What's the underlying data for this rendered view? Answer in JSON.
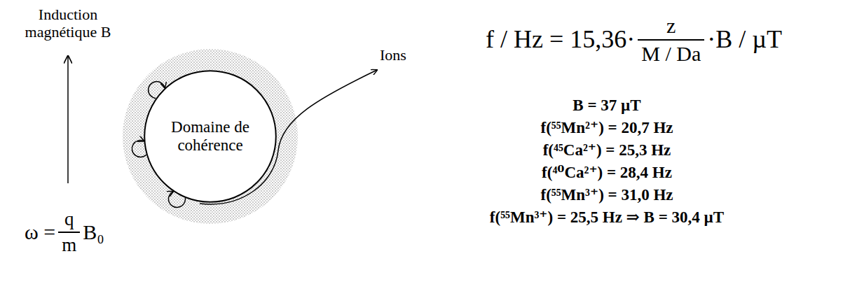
{
  "diagram": {
    "nodes": [
      {
        "text": [
          "Domaine de cohérence"
        ]
      }
    ],
    "labels": [
      "Induction magnétique B",
      "Ions",
      "f / Hz = 15,36·",
      "z",
      "M / Da",
      "·B / µT",
      "B = 37 µT",
      "f(⁵⁵Mn²⁺) = 20,7 Hz",
      "f(⁴⁵Ca²⁺) = 25,3 Hz",
      "f(⁴⁰Ca²⁺) = 28,4 Hz",
      "f(⁵⁵Mn³⁺) = 31,0 Hz",
      "f(⁵⁵Mn³⁺) = 25,5 Hz ⇒ B = 30,4 µT",
      "ω =",
      "q",
      "m",
      "B₀"
    ]
  }
}
